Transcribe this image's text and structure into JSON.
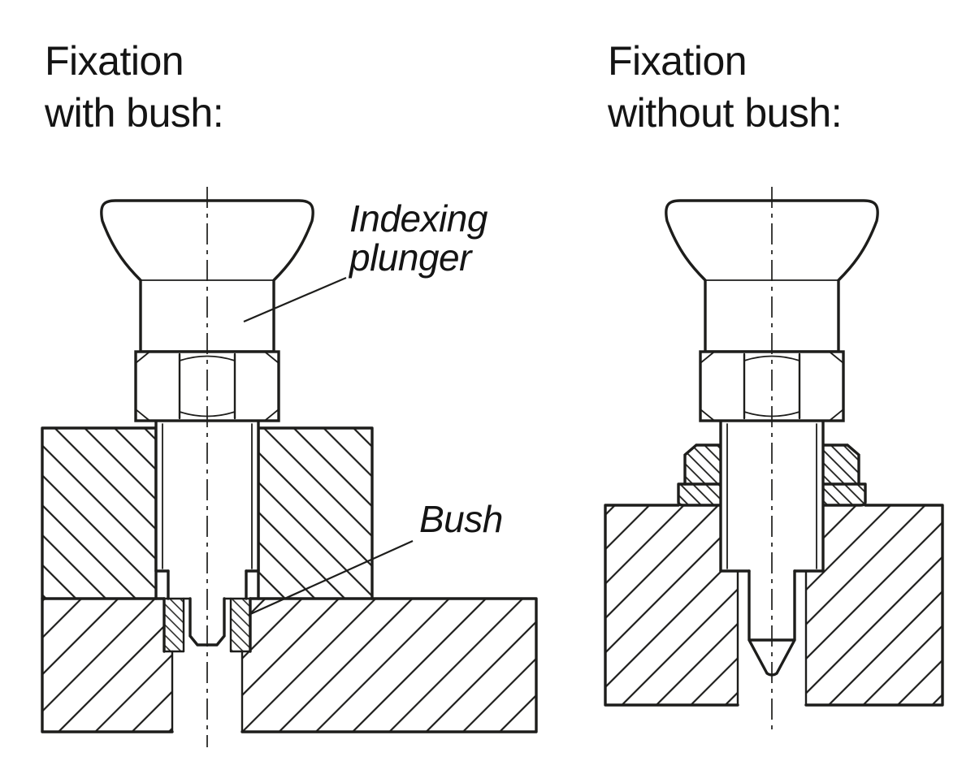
{
  "page": {
    "background": "#ffffff"
  },
  "style": {
    "line_color": "#1d1d1b",
    "text_color": "#141414"
  },
  "figures": {
    "with_bush": {
      "title_line1": "Fixation",
      "title_line2": "with bush:",
      "callouts": {
        "indexing_plunger_line1": "Indexing",
        "indexing_plunger_line2": "plunger",
        "bush": "Bush"
      }
    },
    "without_bush": {
      "title_line1": "Fixation",
      "title_line2": "without bush:"
    }
  }
}
